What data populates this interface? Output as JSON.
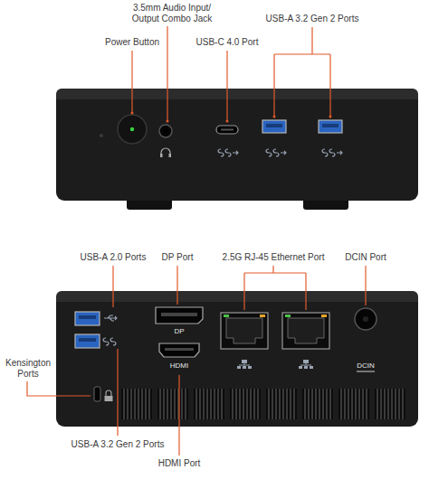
{
  "diagram": {
    "labels": [
      "3.5mm Audio Input/ Output Combo Jack",
      "USB-A 3.2 Gen 2 Ports",
      "Power Button",
      "USB-C 4.0 Port",
      "USB-A 2.0 Ports",
      "DP Port",
      "2.5G RJ-45 Ethernet Port",
      "DCIN Port",
      "DP",
      "HDMI",
      "DCIN",
      "Kensington Ports",
      "USB-A 3.2 Gen 2 Ports",
      "HDMI Port"
    ]
  }
}
